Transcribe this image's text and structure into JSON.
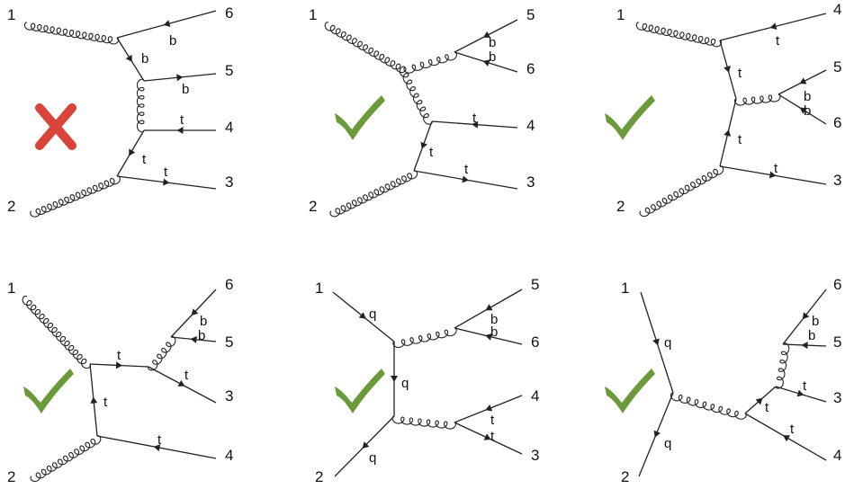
{
  "diagrams": [
    {
      "verdict": "cross",
      "external": [
        "1",
        "2",
        "3",
        "4",
        "5",
        "6"
      ],
      "particles": {
        "b": "b",
        "t": "t"
      }
    },
    {
      "verdict": "check",
      "external": [
        "1",
        "2",
        "3",
        "4",
        "5",
        "6"
      ],
      "particles": {
        "b": "b",
        "t": "t"
      }
    },
    {
      "verdict": "check",
      "external": [
        "1",
        "2",
        "3",
        "4",
        "5",
        "6"
      ],
      "particles": {
        "b": "b",
        "t": "t"
      }
    },
    {
      "verdict": "check",
      "external": [
        "1",
        "2",
        "3",
        "4",
        "5",
        "6"
      ],
      "particles": {
        "b": "b",
        "t": "t"
      }
    },
    {
      "verdict": "check",
      "external": [
        "1",
        "2",
        "3",
        "4",
        "5",
        "6"
      ],
      "particles": {
        "b": "b",
        "t": "t",
        "q": "q"
      }
    },
    {
      "verdict": "check",
      "external": [
        "1",
        "2",
        "3",
        "4",
        "5",
        "6"
      ],
      "particles": {
        "b": "b",
        "t": "t",
        "q": "q"
      }
    }
  ],
  "colors": {
    "check": "#6a9a3a",
    "cross": "#d9453a",
    "line": "#222222"
  },
  "icons": {
    "check": "check-mark-icon",
    "cross": "cross-mark-icon"
  }
}
